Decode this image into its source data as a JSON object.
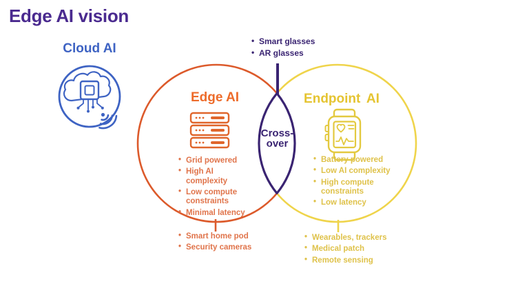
{
  "slide": {
    "title": "Edge AI vision"
  },
  "palette": {
    "title_purple": "#4A2A8F",
    "crossover_indigo": "#3A2472",
    "cloud_blue": "#3E63C3",
    "edge_orange_stroke": "#DC5A2B",
    "edge_orange_text": "#ED6B2A",
    "edge_orange_soft": "#E0744B",
    "endpoint_yellow_stroke": "#EFD44B",
    "endpoint_gold_text": "#E5C431",
    "endpoint_gold_soft": "#DFC24A"
  },
  "cloud": {
    "label": "Cloud AI",
    "icons": [
      "cloud-chip-icon",
      "wifi-signal-icon"
    ]
  },
  "edge": {
    "title": "Edge AI",
    "icon": "server-rack-icon",
    "bullets": [
      "Grid powered",
      "High AI complexity",
      "Low compute constraints",
      "Minimal latency"
    ],
    "callouts": [
      "Smart home pod",
      "Security cameras"
    ]
  },
  "endpoint": {
    "title": "Endpoint AI",
    "icon": "smartwatch-icon",
    "bullets": [
      "Battery powered",
      "Low AI complexity",
      "High compute constraints",
      "Low latency"
    ],
    "callouts": [
      "Wearables, trackers",
      "Medical patch",
      "Remote sensing"
    ]
  },
  "crossover": {
    "label_line1": "Cross-",
    "label_line2": "over",
    "callouts": [
      "Smart glasses",
      "AR glasses"
    ]
  }
}
